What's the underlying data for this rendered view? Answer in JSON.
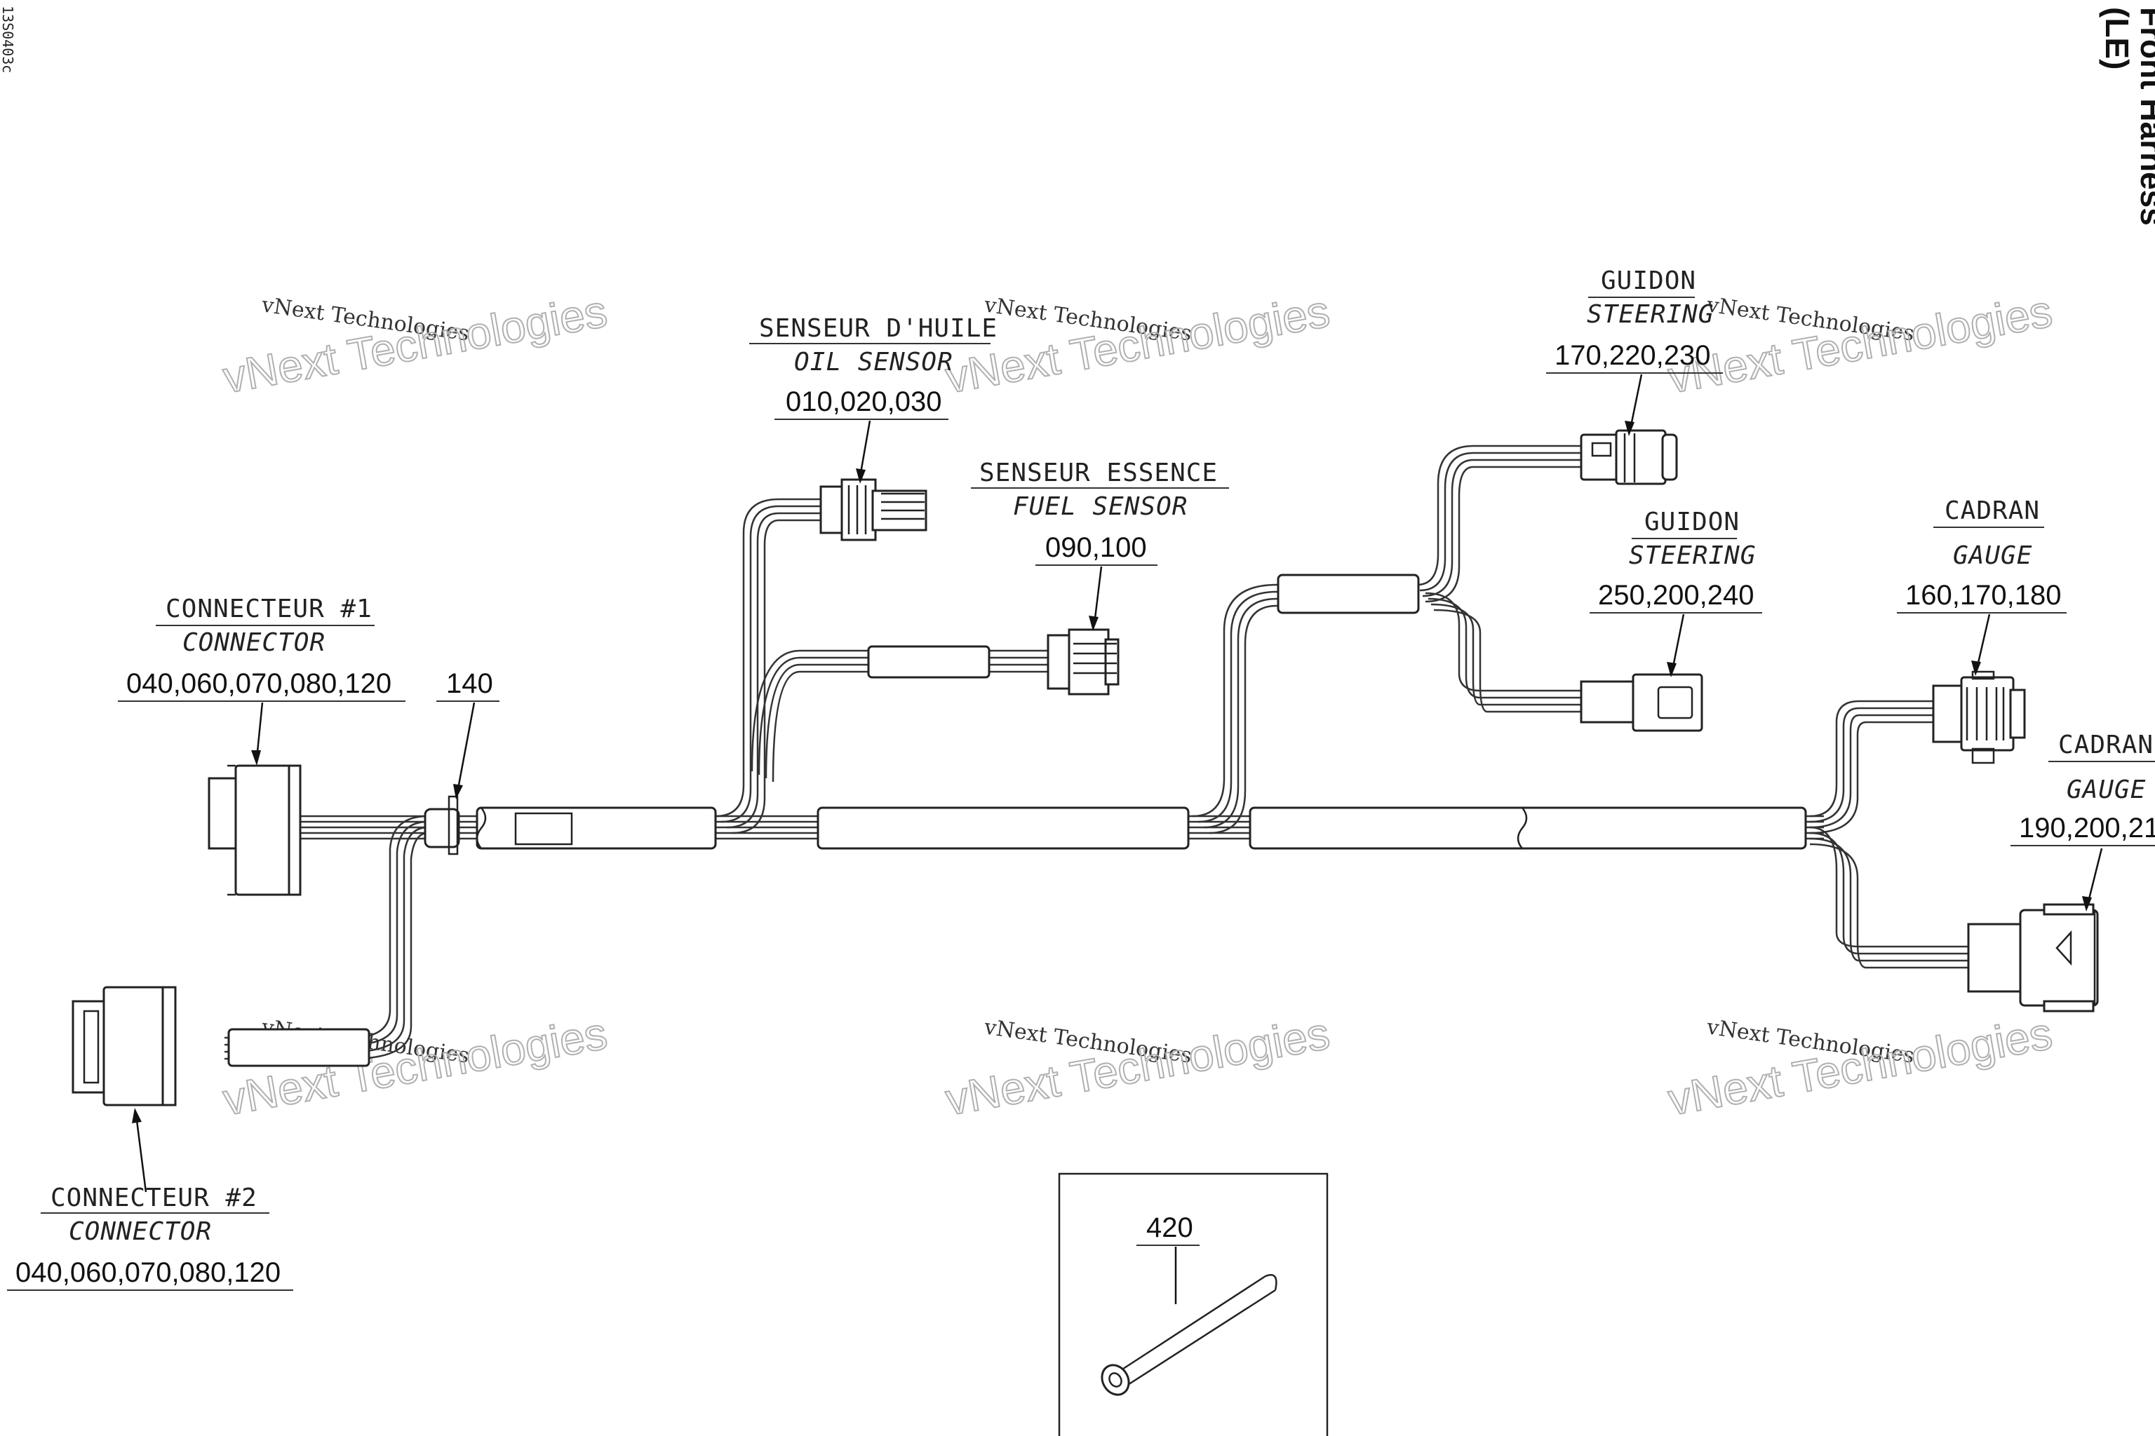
{
  "title": {
    "line1": "Front Harness",
    "line2": "(LE)"
  },
  "drawing_code": "13S0403c",
  "watermarks": [
    {
      "line1": "vNext Technologies",
      "line2": "vNext Technologies"
    },
    {
      "line1": "vNext Technologies",
      "line2": "vNext Technologies"
    },
    {
      "line1": "vNext Technologies",
      "line2": "vNext Technologies"
    },
    {
      "line1": "vNext Technologies",
      "line2": "vNext Technologies"
    },
    {
      "line1": "vNext Technologies",
      "line2": "vNext Technologies"
    },
    {
      "line1": "vNext Technologies",
      "line2": "vNext Technologies"
    }
  ],
  "callouts": {
    "oil_sensor": {
      "fr": "SENSEUR D'HUILE",
      "en": "OIL SENSOR",
      "parts": "010,020,030"
    },
    "fuel_sensor": {
      "fr": "SENSEUR ESSENCE",
      "en": "FUEL SENSOR",
      "parts": "090,100"
    },
    "steering_top": {
      "fr": "GUIDON",
      "en": "STEERING",
      "parts": "170,220,230"
    },
    "steering_mid": {
      "fr": "GUIDON",
      "en": "STEERING",
      "parts": "250,200,240"
    },
    "gauge_top": {
      "fr": "CADRAN",
      "en": "GAUGE",
      "parts": "160,170,180"
    },
    "gauge_bottom": {
      "fr": "CADRAN",
      "en": "GAUGE",
      "parts": "190,200,21"
    },
    "connector_1": {
      "fr": "CONNECTEUR #1",
      "en": "CONNECTOR",
      "parts": "040,060,070,080,120"
    },
    "connector_2": {
      "fr": "CONNECTEUR #2",
      "en": "CONNECTOR",
      "parts": "040,060,070,080,120"
    },
    "clip": {
      "parts": "140"
    },
    "sleeve": {
      "parts": "420"
    }
  }
}
